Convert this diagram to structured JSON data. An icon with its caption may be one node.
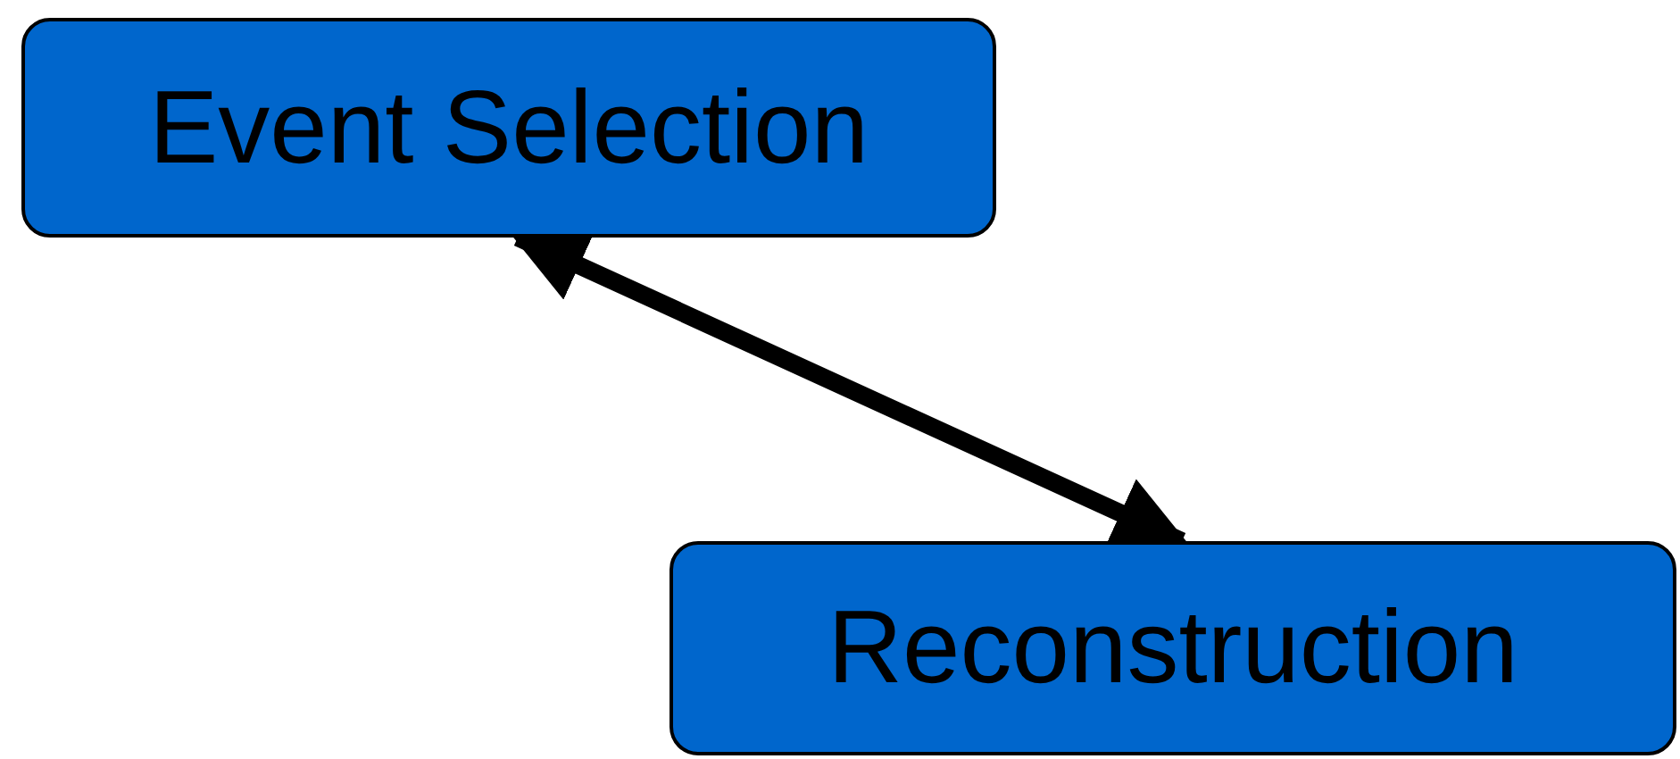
{
  "diagram": {
    "nodes": [
      {
        "text": [
          "Event Selection"
        ]
      },
      {
        "text": [
          "Reconstruction"
        ]
      }
    ],
    "edges": [
      {
        "from": 0,
        "to": 1,
        "arrow": "both"
      }
    ]
  }
}
